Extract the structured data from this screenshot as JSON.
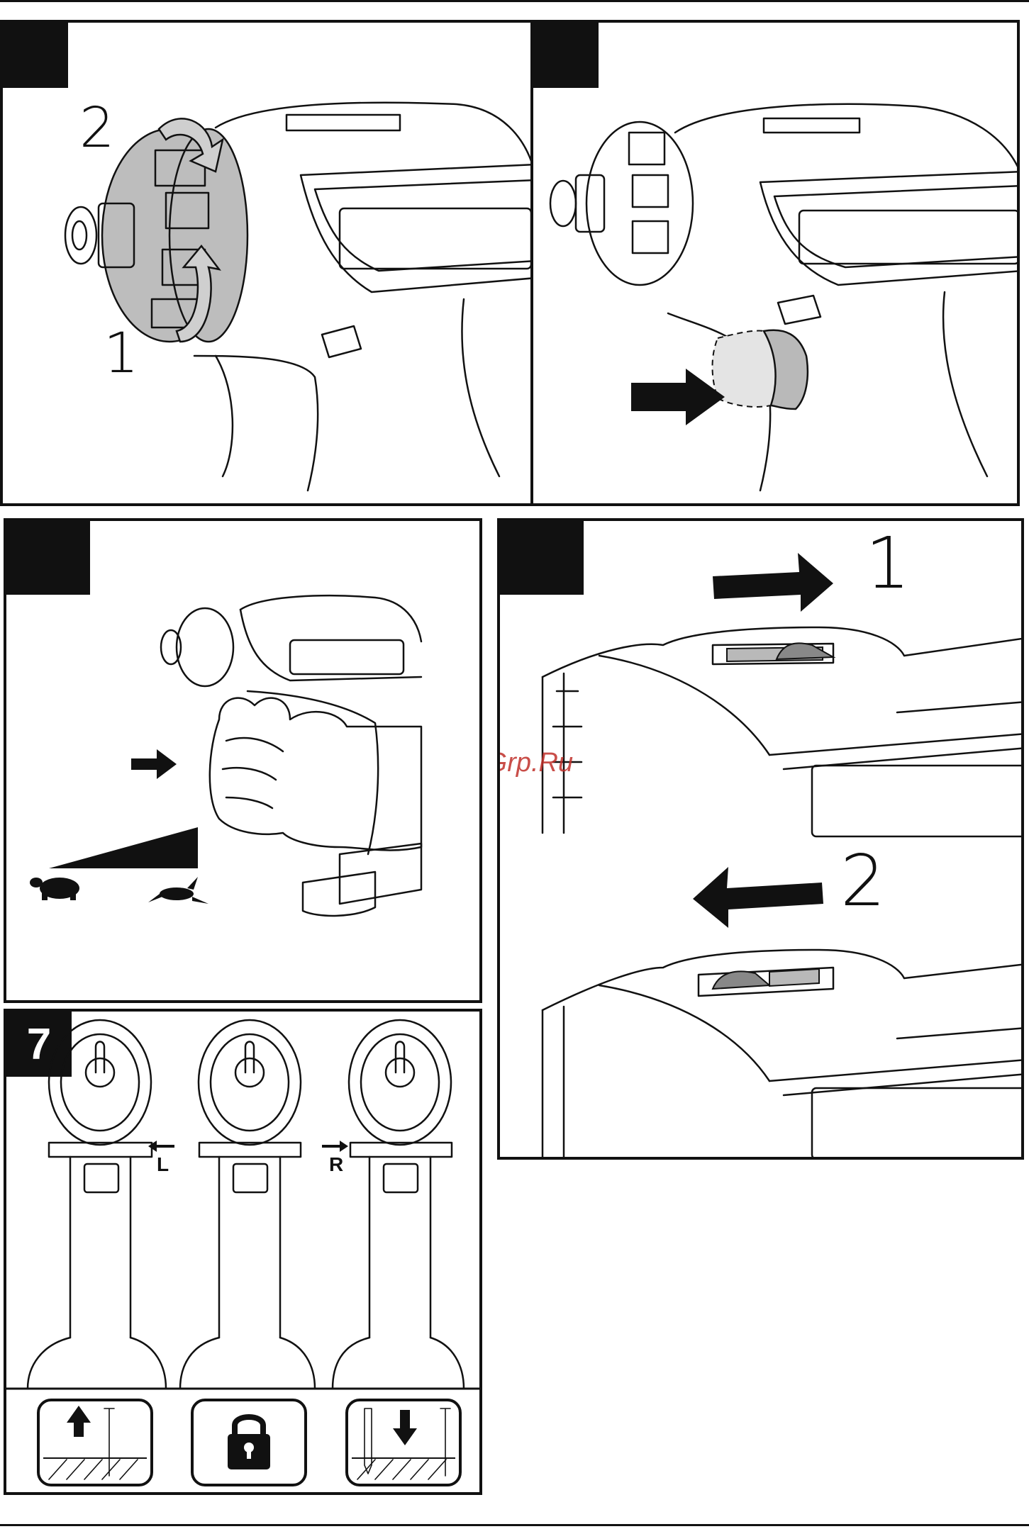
{
  "panels": {
    "p1": {
      "tag": "",
      "step_one": "1",
      "step_two": "2"
    },
    "p2": {
      "tag": ""
    },
    "p3": {
      "tag": ""
    },
    "p4": {
      "tag": "",
      "step_one": "1",
      "step_two": "2"
    },
    "p7": {
      "tag": "7",
      "left_label": "L",
      "right_label": "R"
    }
  },
  "watermark": "McGrp.Ru",
  "icons": {
    "p1": [
      "chuck-collar-icon",
      "rotate-arrow-icon"
    ],
    "p2": [
      "trigger-push-arrow-icon"
    ],
    "p3": [
      "hand-grip-icon",
      "turtle-slow-icon",
      "rabbit-fast-icon",
      "speed-ramp-icon"
    ],
    "p4": [
      "slide-right-arrow-icon",
      "slide-left-arrow-icon"
    ],
    "p7": [
      "unscrew-icon",
      "lock-icon",
      "screw-in-icon"
    ]
  },
  "colors": {
    "ink": "#111111",
    "shade": "#b9b9b9",
    "light_shade": "#e4e4e4",
    "watermark": "#c0302a"
  }
}
